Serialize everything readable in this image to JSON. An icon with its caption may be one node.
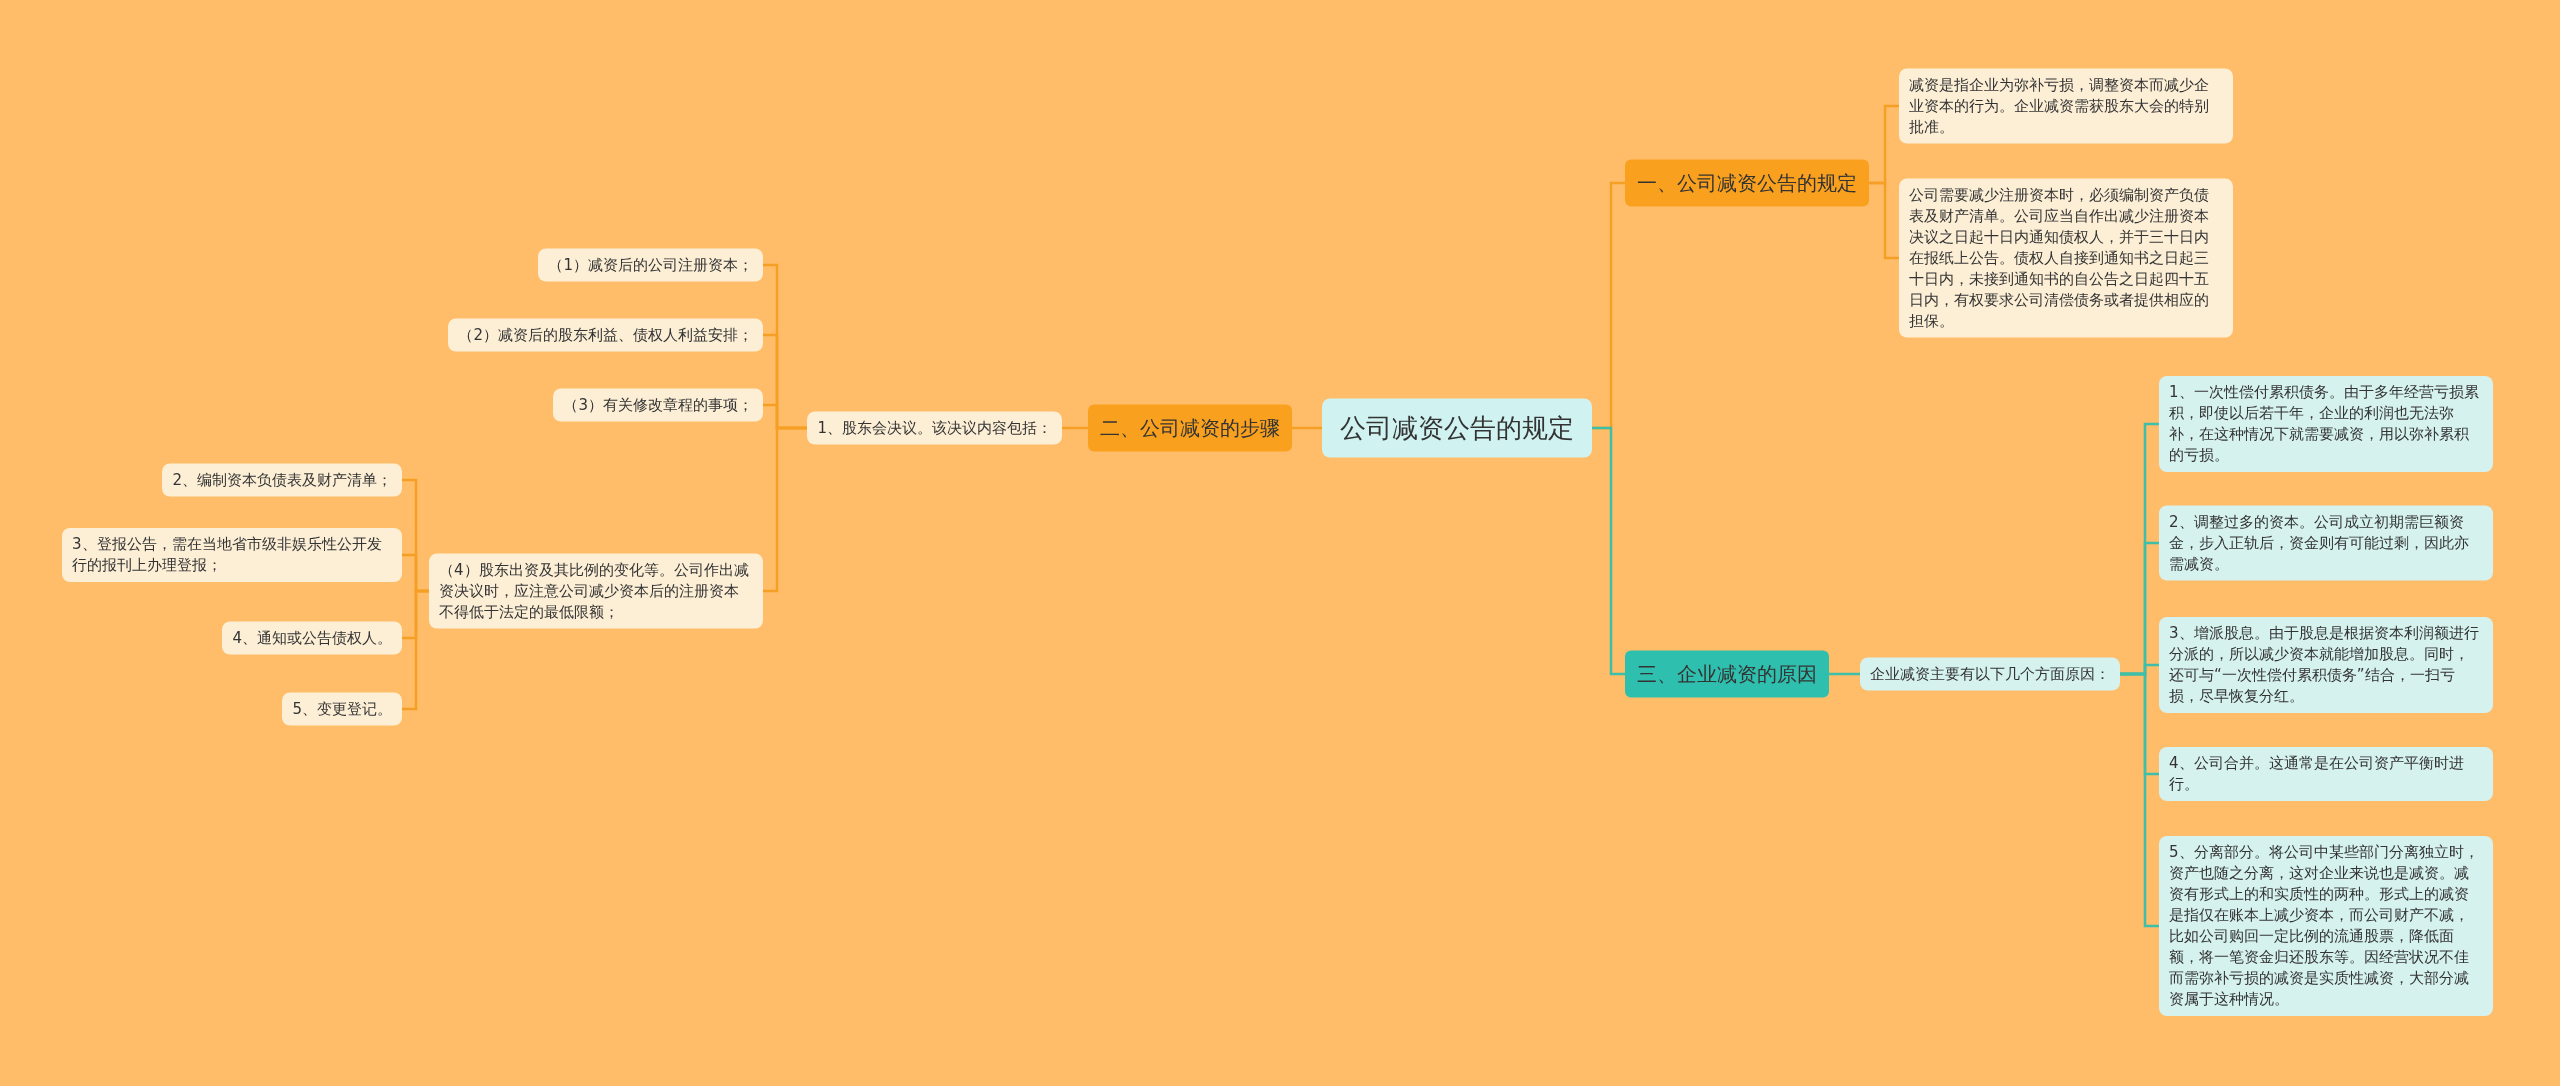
{
  "diagram": {
    "nodes": [
      {
        "text": [
          "公司减资公告的规定"
        ]
      },
      {
        "text": [
          "一、公司减资公告的规定"
        ]
      },
      {
        "text": [
          "减资是指企业为弥补亏损，调整资本而减少企业资本的行为。企业减资需获股东大会的特别批准。"
        ]
      },
      {
        "text": [
          "公司需要减少注册资本时，必须编制资产负债表及财产清单。公司应当自作出减少注册资本决议之日起十日内通知债权人，并于三十日内在报纸上公告。债权人自接到通知书之日起三十日内，未接到通知书的自公告之日起四十五日内，有权要求公司清偿债务或者提供相应的担保。"
        ]
      },
      {
        "text": [
          "二、公司减资的步骤"
        ]
      },
      {
        "text": [
          "1、股东会决议。该决议内容包括："
        ]
      },
      {
        "text": [
          "（1）减资后的公司注册资本；"
        ]
      },
      {
        "text": [
          "（2）减资后的股东利益、债权人利益安排；"
        ]
      },
      {
        "text": [
          "（3）有关修改章程的事项；"
        ]
      },
      {
        "text": [
          "（4）股东出资及其比例的变化等。公司作出减资决议时，应注意公司减少资本后的注册资本不得低于法定的最低限额；"
        ]
      },
      {
        "text": [
          "2、编制资本负债表及财产清单；"
        ]
      },
      {
        "text": [
          "3、登报公告，需在当地省市级非娱乐性公开发行的报刊上办理登报；"
        ]
      },
      {
        "text": [
          "4、通知或公告债权人。"
        ]
      },
      {
        "text": [
          "5、变更登记。"
        ]
      },
      {
        "text": [
          "三、企业减资的原因"
        ]
      },
      {
        "text": [
          "企业减资主要有以下几个方面原因："
        ]
      },
      {
        "text": [
          "1、一次性偿付累积债务。由于多年经营亏损累积，即使以后若干年，企业的利润也无法弥补，在这种情况下就需要减资，用以弥补累积的亏损。"
        ]
      },
      {
        "text": [
          "2、调整过多的资本。公司成立初期需巨额资金，步入正轨后，资金则有可能过剩，因此亦需减资。"
        ]
      },
      {
        "text": [
          "3、增派股息。由于股息是根据资本利润额进行分派的，所以减少资本就能增加股息。同时，还可与“一次性偿付累积债务”结合，一扫亏损，尽早恢复分红。"
        ]
      },
      {
        "text": [
          "4、公司合并。这通常是在公司资产平衡时进行。"
        ]
      },
      {
        "text": [
          "5、分离部分。将公司中某些部门分离独立时，资产也随之分离，这对企业来说也是减资。减资有形式上的和实质性的两种。形式上的减资是指仅在账本上减少资本，而公司财产不减，比如公司购回一定比例的流通股票，降低面额，将一笔资金归还股东等。因经营状况不佳而需弥补亏损的减资是实质性减资，大部分减资属于这种情况。"
        ]
      }
    ],
    "edges": [
      {
        "from": 0,
        "to": 1,
        "arrow": "none"
      },
      {
        "from": 1,
        "to": 2,
        "arrow": "none"
      },
      {
        "from": 1,
        "to": 3,
        "arrow": "none"
      },
      {
        "from": 0,
        "to": 4,
        "arrow": "none"
      },
      {
        "from": 4,
        "to": 5,
        "arrow": "none"
      },
      {
        "from": 5,
        "to": 6,
        "arrow": "none"
      },
      {
        "from": 5,
        "to": 7,
        "arrow": "none"
      },
      {
        "from": 5,
        "to": 8,
        "arrow": "none"
      },
      {
        "from": 5,
        "to": 9,
        "arrow": "none"
      },
      {
        "from": 9,
        "to": 10,
        "arrow": "none"
      },
      {
        "from": 9,
        "to": 11,
        "arrow": "none"
      },
      {
        "from": 9,
        "to": 12,
        "arrow": "none"
      },
      {
        "from": 9,
        "to": 13,
        "arrow": "none"
      },
      {
        "from": 0,
        "to": 14,
        "arrow": "none",
        "color": "#3dbfa9"
      },
      {
        "from": 14,
        "to": 15,
        "arrow": "none",
        "color": "#3dbfa9"
      },
      {
        "from": 15,
        "to": 16,
        "arrow": "none",
        "color": "#3dbfa9"
      },
      {
        "from": 15,
        "to": 17,
        "arrow": "none",
        "color": "#3dbfa9"
      },
      {
        "from": 15,
        "to": 18,
        "arrow": "none",
        "color": "#3dbfa9"
      },
      {
        "from": 15,
        "to": 19,
        "arrow": "none",
        "color": "#3dbfa9"
      },
      {
        "from": 15,
        "to": 20,
        "arrow": "none",
        "color": "#3dbfa9"
      }
    ]
  }
}
